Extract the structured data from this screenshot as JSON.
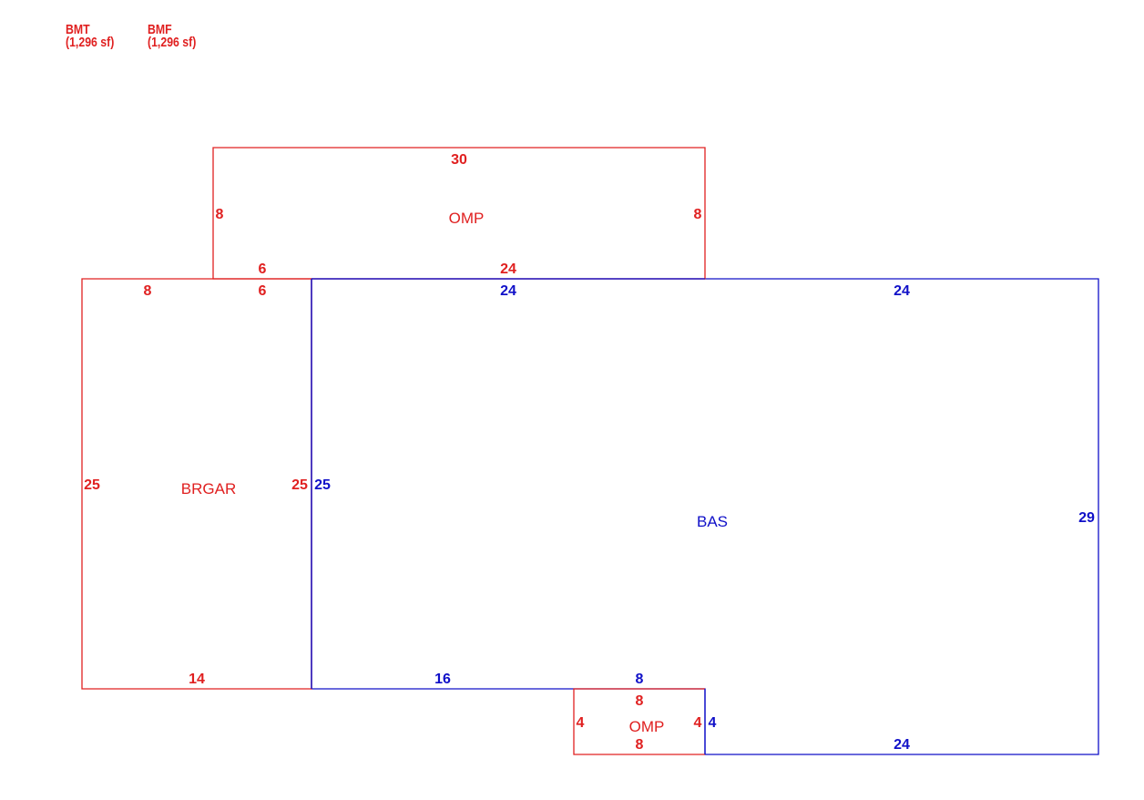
{
  "colors": {
    "red": "#e02020",
    "blue": "#1010c8",
    "background": "#ffffff"
  },
  "legend": [
    {
      "code": "BMT",
      "area": "(1,296 sf)"
    },
    {
      "code": "BMF",
      "area": "(1,296 sf)"
    }
  ],
  "areas": {
    "omp_top": "OMP",
    "brgar": "BRGAR",
    "bas": "BAS",
    "omp_bottom": "OMP"
  },
  "dimensions": {
    "omp_top_top": "30",
    "omp_top_left": "8",
    "omp_top_right": "8",
    "omp_top_bottom_left": "6",
    "omp_top_bottom_right": "24",
    "brgar_top_left": "8",
    "brgar_top_right": "6",
    "brgar_left": "25",
    "brgar_right": "25",
    "brgar_bottom": "14",
    "bas_top_left": "24",
    "bas_top_right": "24",
    "bas_left": "25",
    "bas_right": "29",
    "bas_bottom_left": "16",
    "bas_notch": "8",
    "bas_notch_side": "4",
    "bas_bottom_right": "24",
    "omp_bottom_top": "8",
    "omp_bottom_left": "4",
    "omp_bottom_right": "4",
    "omp_bottom_bottom": "8"
  }
}
